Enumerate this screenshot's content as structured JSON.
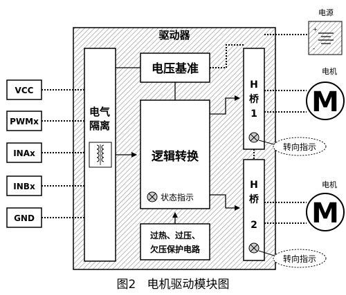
{
  "diagram": {
    "outer_title": "驱动器",
    "isolation_label": [
      "电气",
      "隔离"
    ],
    "voltage_ref": "电压基准",
    "logic": "逻辑转换",
    "status": "状态指示",
    "protection": [
      "过热、过压、",
      "欠压保护电路"
    ],
    "inputs": [
      "VCC",
      "PWMx",
      "INAx",
      "INBx",
      "GND"
    ],
    "hbridge1": [
      "H",
      "桥",
      "1"
    ],
    "hbridge2": [
      "H",
      "桥",
      "2"
    ],
    "power_label": "电源",
    "motor_label": "电机",
    "motor_letter": "M",
    "direction": "转向指示",
    "caption": "图2   电机驱动模块图"
  },
  "colors": {
    "hatch": "#9a9a9a",
    "box_fill": "#ffffff",
    "stroke": "#000000",
    "indicator": "#cfcfcf"
  }
}
